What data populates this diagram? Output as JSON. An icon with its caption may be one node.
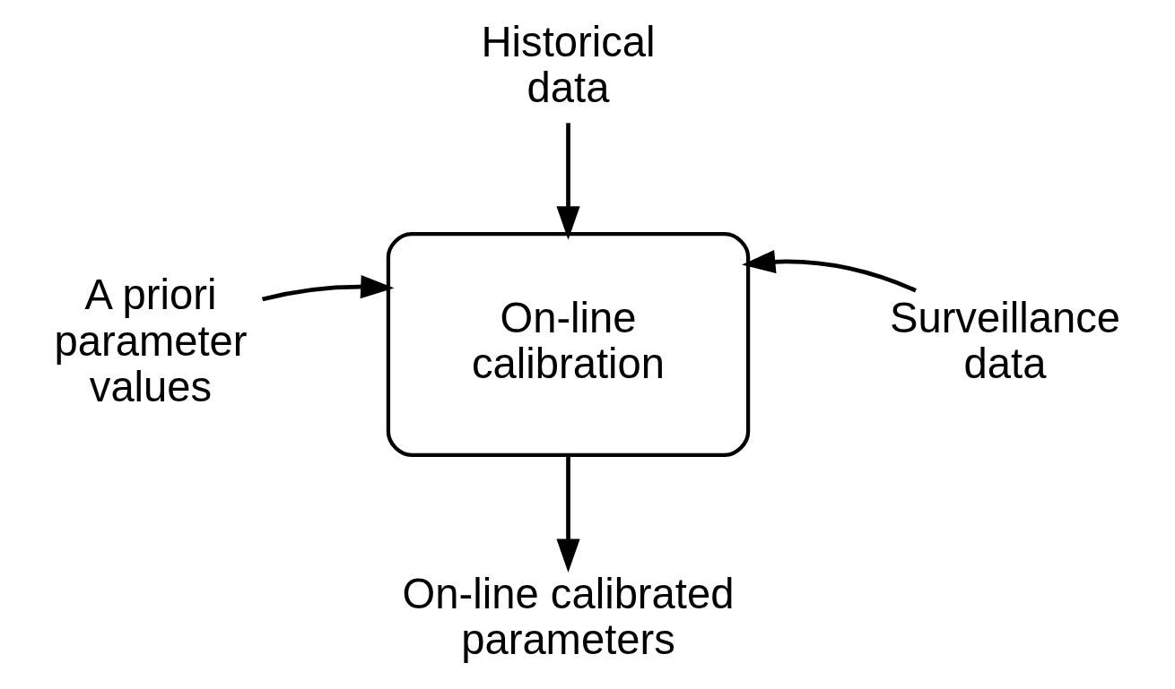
{
  "diagram": {
    "nodes": [
      {
        "text": [
          "Historical data"
        ]
      },
      {
        "text": [
          "A priori parameter values"
        ]
      },
      {
        "text": [
          "On-line calibration"
        ]
      },
      {
        "text": [
          "Surveillance data"
        ]
      },
      {
        "text": [
          "On-line calibrated parameters"
        ]
      }
    ],
    "edges": [
      {
        "from": 0,
        "to": 2,
        "arrow": "to"
      },
      {
        "from": 1,
        "to": 2,
        "arrow": "to"
      },
      {
        "from": 3,
        "to": 2,
        "arrow": "to"
      },
      {
        "from": 2,
        "to": 4,
        "arrow": "to"
      }
    ]
  }
}
